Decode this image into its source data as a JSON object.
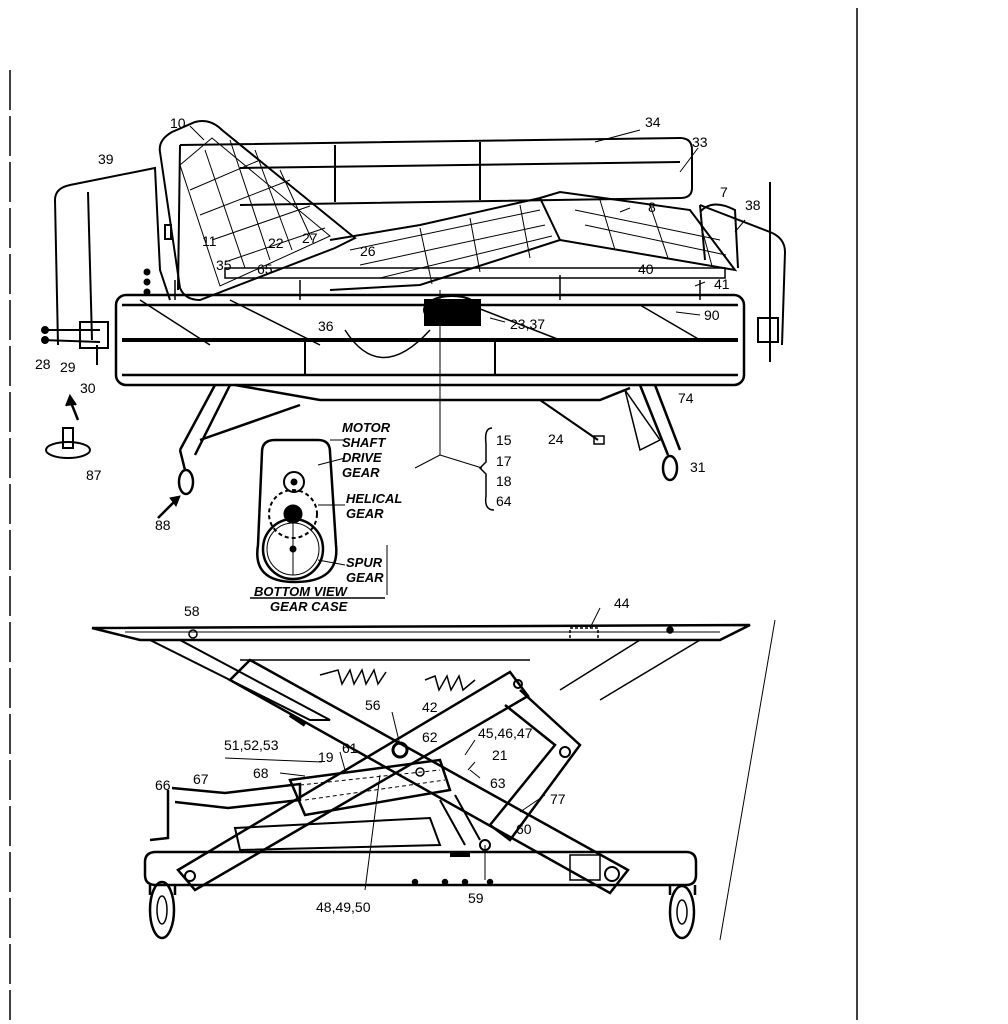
{
  "labels": {
    "l10": "10",
    "l34": "34",
    "l33": "33",
    "l39": "39",
    "l7": "7",
    "l38": "38",
    "l8": "8",
    "l11": "11",
    "l22": "22",
    "l27": "27",
    "l26": "26",
    "l35": "35",
    "l65": "65",
    "l40": "40",
    "l41": "41",
    "l36": "36",
    "l23_37": "23,37",
    "l90": "90",
    "l28": "28",
    "l29": "29",
    "l30": "30",
    "l74": "74",
    "l87": "87",
    "l24": "24",
    "l31": "31",
    "l88": "88",
    "l15": "15",
    "l17": "17",
    "l18": "18",
    "l64": "64",
    "l58": "58",
    "l44": "44",
    "l56": "56",
    "l42": "42",
    "l51_52_53": "51,52,53",
    "l19": "19",
    "l61": "61",
    "l62": "62",
    "l45_46_47": "45,46,47",
    "l21": "21",
    "l68": "68",
    "l66": "66",
    "l67": "67",
    "l63": "63",
    "l77": "77",
    "l60": "60",
    "l48_49_50": "48,49,50",
    "l59": "59"
  },
  "gear_case": {
    "motor_1": "MOTOR",
    "motor_2": "SHAFT",
    "motor_3": "DRIVE",
    "motor_4": "GEAR",
    "helical_1": "HELICAL",
    "helical_2": "GEAR",
    "spur_1": "SPUR",
    "spur_2": "GEAR",
    "caption_1": "BOTTOM VIEW",
    "caption_2": "GEAR CASE"
  }
}
